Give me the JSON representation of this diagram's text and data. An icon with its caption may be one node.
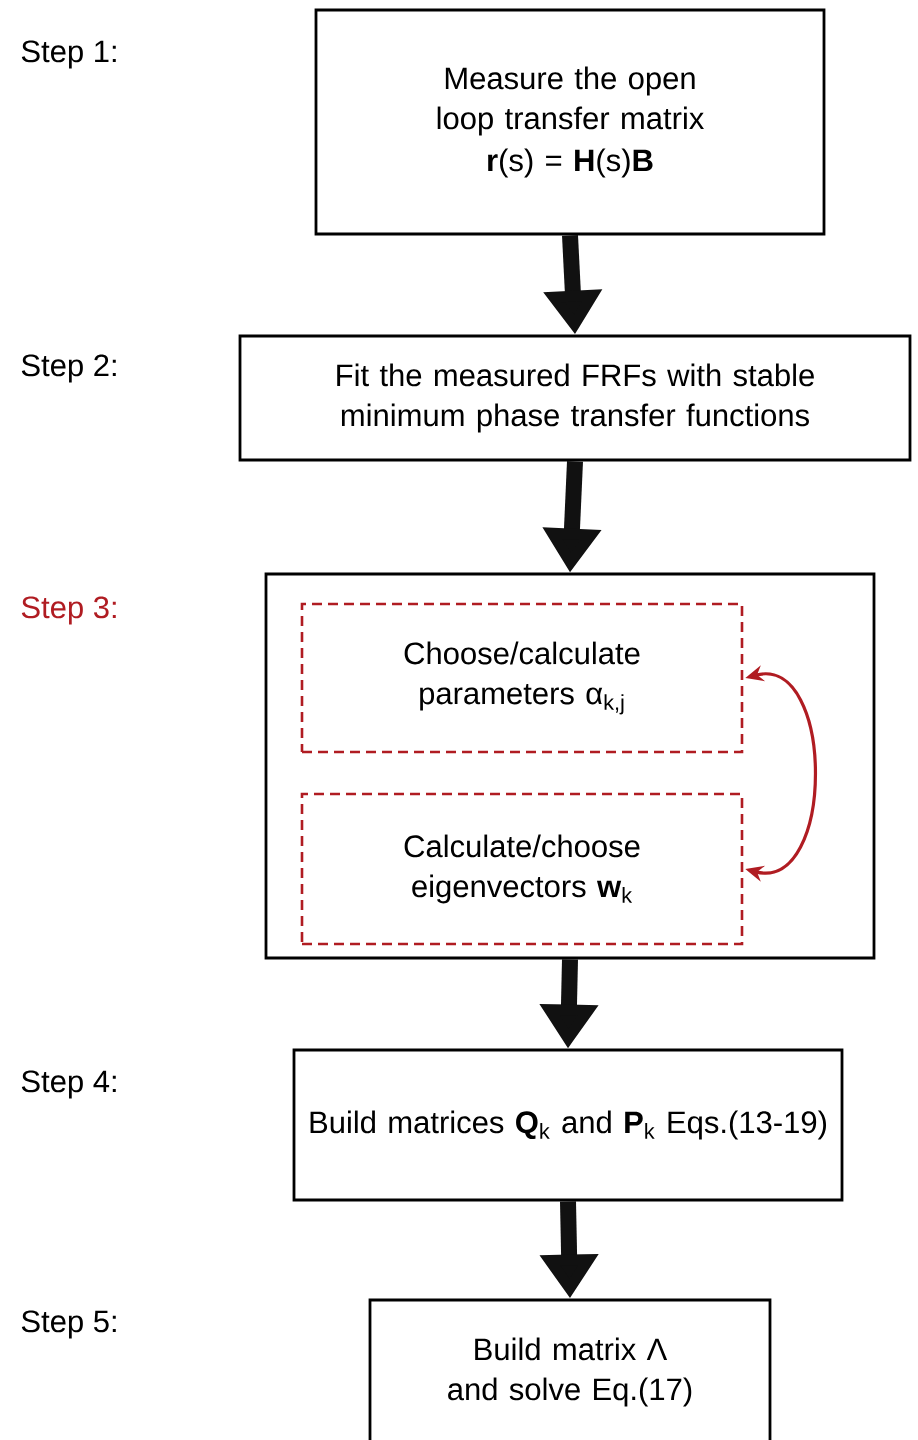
{
  "diagram": {
    "nodes": [
      {
        "text": [
          "Measure the open loop transfer matrix",
          "**r**(s) = **H**(s)**B**"
        ]
      },
      {
        "text": [
          "Fit the measured FRFs with stable minimum phase transfer functions"
        ]
      },
      {
        "text": [],
        "shape": "box"
      },
      {
        "text": [
          "Choose/calculate parameters α$_{k,j}$"
        ],
        "in": 2
      },
      {
        "text": [
          "Calculate/choose eigenvectors **w**$_{k}$"
        ],
        "in": 2
      },
      {
        "text": [
          "Build matrices **Q**$_{k}$ and **P**$_{k}$ Eqs.(13-19)"
        ]
      },
      {
        "text": [
          "Build matrix Λ and solve Eq.(17)"
        ]
      }
    ],
    "edges": [
      {
        "from": 0,
        "to": 1,
        "arrow": "to"
      },
      {
        "from": 1,
        "to": 2,
        "arrow": "to"
      },
      {
        "from": 2,
        "to": 5,
        "arrow": "to"
      },
      {
        "from": 5,
        "to": 6,
        "arrow": "to"
      },
      {
        "from": 3,
        "to": 4,
        "arrow": "both",
        "color": "#b01c22"
      }
    ],
    "labels": [
      "Step 1:",
      "Step 2:",
      "Step 3:",
      "Step 4:",
      "Step 5:"
    ]
  }
}
